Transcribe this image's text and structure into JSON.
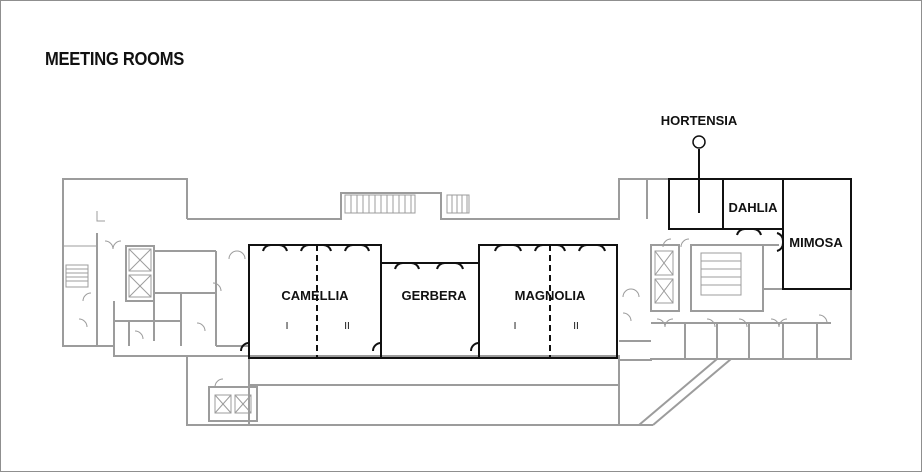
{
  "title": "MEETING ROOMS",
  "rooms": {
    "camellia": "CAMELLIA",
    "gerbera": "GERBERA",
    "magnolia": "MAGNOLIA",
    "dahlia": "DAHLIA",
    "mimosa": "MIMOSA",
    "hortensia": "HORTENSIA"
  },
  "sections": {
    "camellia_1": "I",
    "camellia_2": "II",
    "magnolia_1": "I",
    "magnolia_2": "II"
  },
  "colors": {
    "meeting_room_walls": "#111111",
    "building_walls": "#9c9c9c",
    "background": "#ffffff"
  }
}
